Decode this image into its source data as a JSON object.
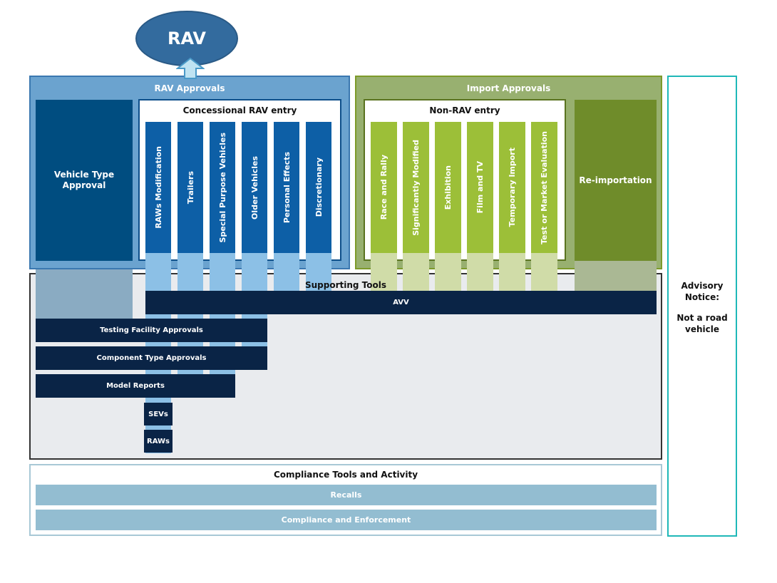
{
  "top_node": {
    "label": "RAV"
  },
  "rav_approvals": {
    "title": "RAV Approvals",
    "vehicle_type_approval": "Vehicle Type\nApproval",
    "concessional": {
      "title": "Concessional RAV entry",
      "columns": [
        "RAWs Modification",
        "Trailers",
        "Special Purpose Vehicles",
        "Older Vehicles",
        "Personal Effects",
        "Discretionary"
      ]
    }
  },
  "import_approvals": {
    "title": "Import Approvals",
    "non_rav": {
      "title": "Non-RAV entry",
      "columns": [
        "Race and Rally",
        "Significantly Modified",
        "Exhibition",
        "Film and TV",
        "Temporary Import",
        "Test or Market Evaluation"
      ]
    },
    "reimportation": "Re-importation"
  },
  "supporting_tools": {
    "title": "Supporting Tools",
    "bars": {
      "avv": "AVV",
      "testing_facility": "Testing Facility Approvals",
      "component_type": "Component Type Approvals",
      "model_reports": "Model Reports",
      "sevs": "SEVs",
      "raws": "RAWs"
    }
  },
  "compliance": {
    "title": "Compliance Tools and Activity",
    "recalls": "Recalls",
    "enforcement": "Compliance and Enforcement"
  },
  "advisory": {
    "title": "Advisory\nNotice:",
    "subtitle": "Not a road\nvehicle"
  },
  "colors": {
    "rav_blue": "#6ba3cf",
    "dark_blue": "#004d80",
    "column_blue": "#0d5fa6",
    "light_column_blue": "#8cc0e6",
    "olive": "#98b070",
    "dark_olive": "#6f8c2a",
    "lime": "#9cbf38",
    "navy": "#0a2446",
    "teal": "#1fb8b8",
    "compliance_bar": "#93bdd1"
  }
}
